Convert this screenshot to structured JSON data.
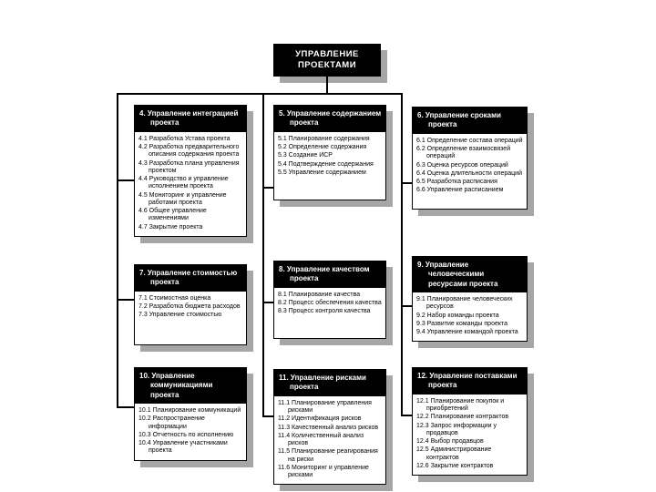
{
  "title": {
    "line1": "УПРАВЛЕНИЕ",
    "line2": "ПРОЕКТАМИ"
  },
  "colors": {
    "box_background": "#000000",
    "box_text": "#ffffff",
    "shadow": "#a6a6a6",
    "line": "#000000",
    "page_background": "#ffffff"
  },
  "boxes": [
    {
      "id": "4",
      "title": "4. Управление интеграцией проекта",
      "items": [
        "4.1 Разработка Устава проекта",
        "4.2 Разработка предварительного описания содержания проекта",
        "4.3 Разработка плана управления проектом",
        "4.4 Руководство и управление исполнением проекта",
        "4.5 Мониторинг и управление работами проекта",
        "4.6 Общее управление изменениями",
        "4.7 Закрытие проекта"
      ]
    },
    {
      "id": "5",
      "title": "5. Управление содержанием проекта",
      "items": [
        "5.1 Планирование содержания",
        "5.2 Определение содержания",
        "5.3 Создание ИСР",
        "5.4 Подтверждение содержания",
        "5.5 Управление содержанием"
      ]
    },
    {
      "id": "6",
      "title": "6. Управление сроками проекта",
      "items": [
        "6.1 Определение состава операций",
        "6.2 Определение взаимосвязей операций",
        "6.3 Оценка ресурсов операций",
        "6.4 Оценка длительности операций",
        "6.5 Разработка расписания",
        "6.6 Управление расписанием"
      ]
    },
    {
      "id": "7",
      "title": "7. Управление стоимостью проекта",
      "items": [
        "7.1 Стоимостная оценка",
        "7.2 Разработка бюджета расходов",
        "7.3 Управление стоимостью"
      ]
    },
    {
      "id": "8",
      "title": "8. Управление качеством проекта",
      "items": [
        "8.1 Планирование качества",
        "8.2 Процесс обеспечения качества",
        "8.3 Процесс контроля качества"
      ]
    },
    {
      "id": "9",
      "title": "9. Управление человеческими ресурсами проекта",
      "items": [
        "9.1 Планирование человеческих ресурсов",
        "9.2 Набор команды проекта",
        "9.3 Развитие команды проекта",
        "9.4 Управление командой проекта"
      ]
    },
    {
      "id": "10",
      "title": "10. Управление коммуникациями проекта",
      "items": [
        "10.1 Планирование коммуникаций",
        "10.2 Распространение информации",
        "10.3 Отчетность по исполнению",
        "10.4 Управление участниками проекта"
      ]
    },
    {
      "id": "11",
      "title": "11. Управление рисками проекта",
      "items": [
        "11.1 Планирование управления рисками",
        "11.2 Идентификация рисков",
        "11.3 Качественный анализ рисков",
        "11.4 Количественный анализ рисков",
        "11.5 Планирование реагирования на риски",
        "11.6 Мониторинг и управление рисками"
      ]
    },
    {
      "id": "12",
      "title": "12. Управление поставками проекта",
      "items": [
        "12.1 Планирование покупок и приобретений",
        "12.2 Планирование контрактов",
        "12.3 Запрос информации у продавцов",
        "12.4 Выбор продавцов",
        "12.5 Администрирование контрактов",
        "12.6 Закрытие контрактов"
      ]
    }
  ]
}
